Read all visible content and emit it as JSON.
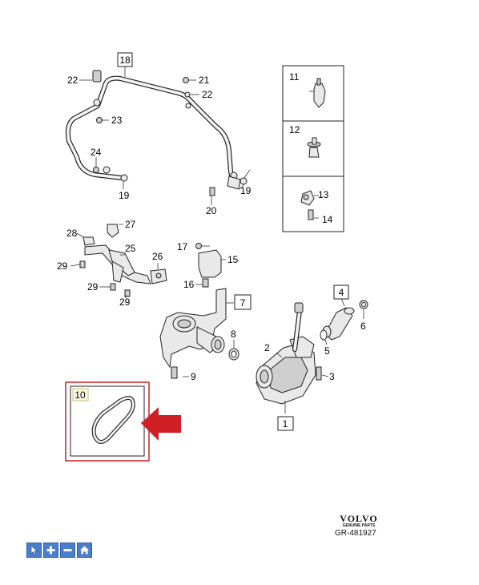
{
  "diagram": {
    "callouts": [
      "1",
      "2",
      "3",
      "4",
      "5",
      "6",
      "7",
      "8",
      "9",
      "10",
      "11",
      "12",
      "13",
      "14",
      "15",
      "16",
      "17",
      "18",
      "19",
      "19",
      "20",
      "21",
      "22",
      "23",
      "24",
      "25",
      "26",
      "27",
      "28",
      "28",
      "29",
      "29",
      "29"
    ]
  },
  "logo": {
    "brand": "VOLVO",
    "subtitle": "GENUINE PARTS"
  },
  "reference": "GR-481927",
  "colors": {
    "highlight": "#d11f26",
    "toolbar": "#4a7fd0"
  },
  "toolbar": {
    "icons": [
      "pointer-icon",
      "plus-icon",
      "minus-icon",
      "home-icon"
    ]
  }
}
